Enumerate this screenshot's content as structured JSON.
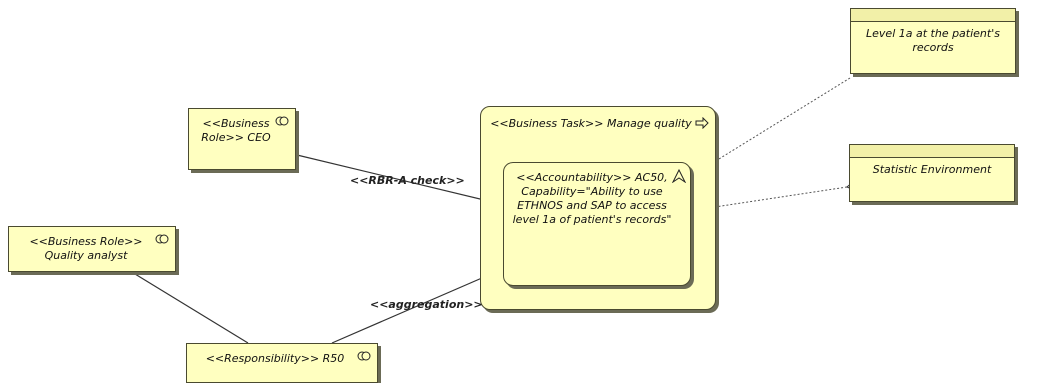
{
  "nodes": {
    "ceo": {
      "text": "<<Business Role>> CEO",
      "icon": "role-icon"
    },
    "quality_analyst": {
      "text": "<<Business Role>> Quality analyst",
      "icon": "role-icon"
    },
    "responsibility": {
      "text": "<<Responsibility>> R50",
      "icon": "role-icon"
    },
    "task": {
      "text": "<<Business Task>> Manage quality",
      "icon": "arrow-right-icon"
    },
    "accountability": {
      "text": "<<Accountability>> AC50, Capability=\"Ability to use ETHNOS and SAP to access level 1a of patient's records\"",
      "icon": "cone-icon"
    },
    "note_level": {
      "text": "Level 1a at the patient's records"
    },
    "note_stat": {
      "text": "Statistic Environment"
    }
  },
  "edges": {
    "rbr": {
      "label": "<<RBR-A check>>"
    },
    "aggregation": {
      "label": "<<aggregation>>"
    }
  },
  "colors": {
    "fill": "#ffffc0",
    "border": "#4a4a30",
    "note_bar": "#f2f0a8"
  }
}
